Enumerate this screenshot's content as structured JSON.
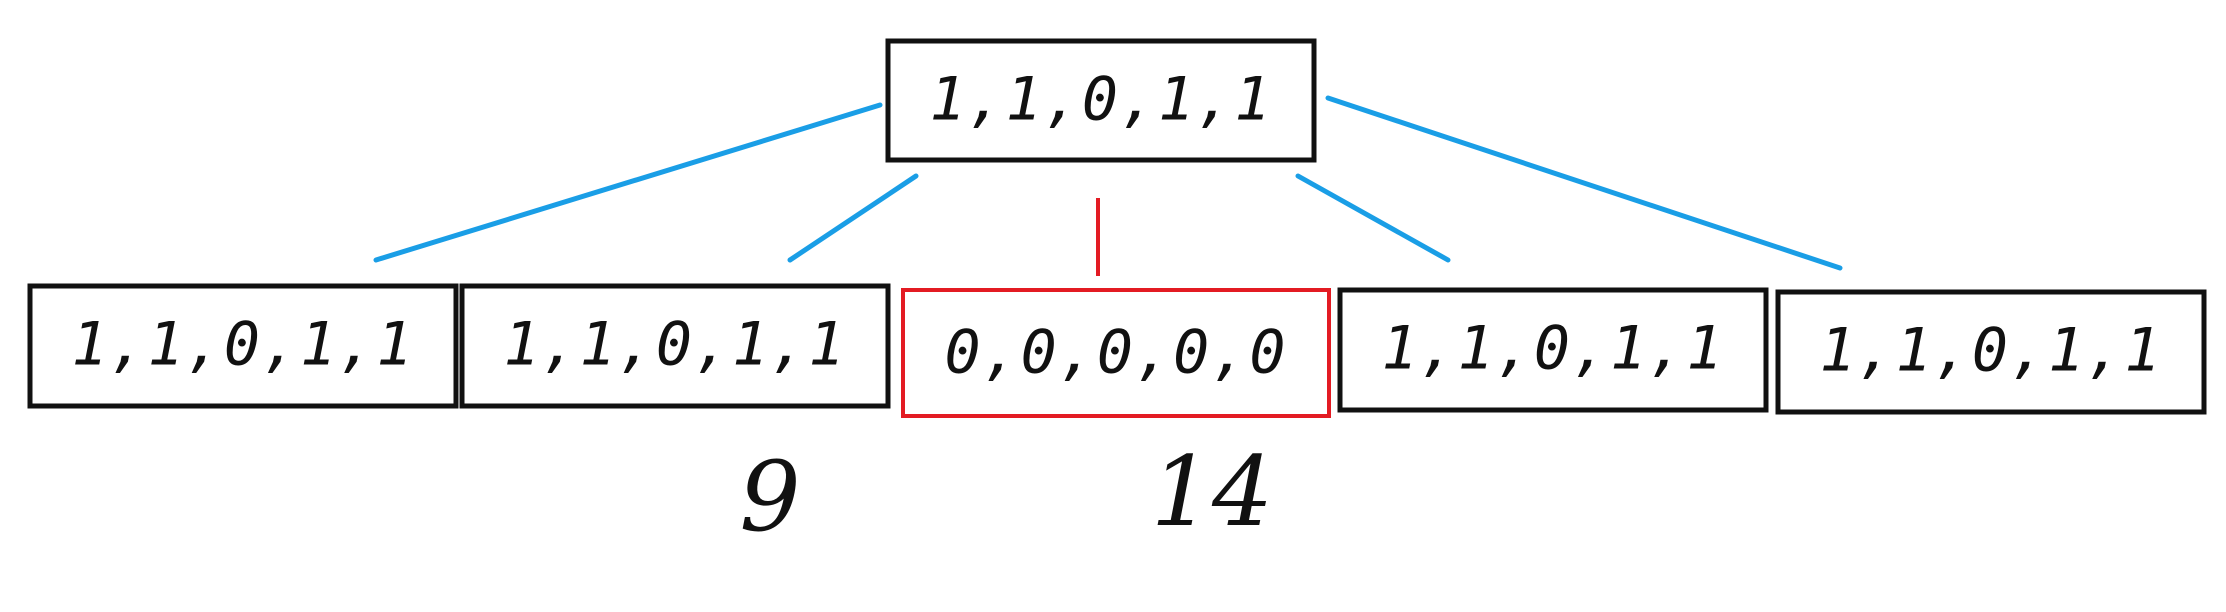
{
  "colors": {
    "edge": "#1a9ee6",
    "highlight": "#e31b23",
    "border": "#111111",
    "background": "#ffffff"
  },
  "root": {
    "label": "1,1,0,1,1"
  },
  "children": [
    {
      "label": "1,1,0,1,1",
      "highlighted": false
    },
    {
      "label": "1,1,0,1,1",
      "highlighted": false
    },
    {
      "label": "0,0,0,0,0",
      "highlighted": true
    },
    {
      "label": "1,1,0,1,1",
      "highlighted": false
    },
    {
      "label": "1,1,0,1,1",
      "highlighted": false
    }
  ],
  "annotations": {
    "left": "9",
    "right": "14"
  }
}
